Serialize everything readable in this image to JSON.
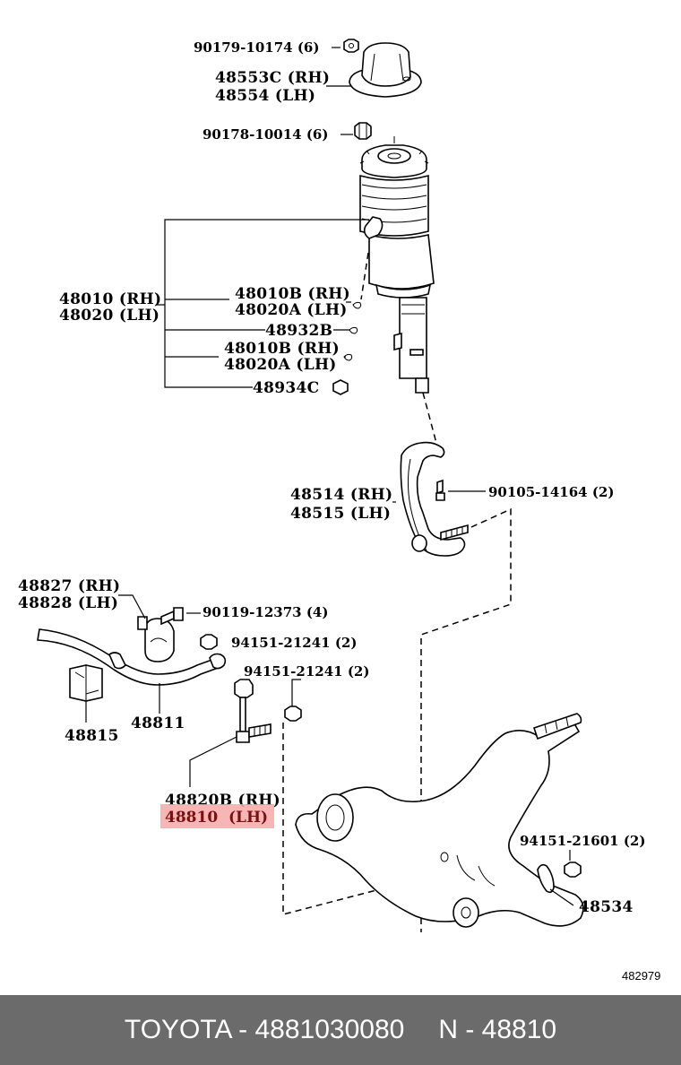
{
  "labels": {
    "nut_90179": "90179-10174 (6)",
    "support_rh": "48553C (RH)",
    "support_lh": "48554 (LH)",
    "nut_90178": "90178-10014 (6)",
    "strut_rh": "48010 (RH)",
    "strut_lh": "48020 (LH)",
    "sub_a_rh": "48010B (RH)",
    "sub_a_lh": "48020A (LH)",
    "part_48932b": "48932B",
    "sub_b_rh": "48010B (RH)",
    "sub_b_lh": "48020A (LH)",
    "part_48934c": "48934C",
    "fork_rh": "48514 (RH)",
    "fork_lh": "48515 (LH)",
    "bolt_90105": "90105-14164 (2)",
    "bushing_rh": "48827 (RH)",
    "bushing_lh": "48828 (LH)",
    "bolt_90119": "90119-12373 (4)",
    "nut_94151_a": "94151-21241 (2)",
    "nut_94151_b": "94151-21241 (2)",
    "part_48815": "48815",
    "part_48811": "48811",
    "link_rh": "48820B (RH)",
    "link_lh": "48810  (LH)",
    "nut_94151_c": "94151-21601 (2)",
    "part_48534": "48534",
    "diagram_ref": "482979"
  },
  "highlight_color": "#f5a9a9",
  "footer": {
    "brand": "TOYOTA - 4881030080",
    "part": "N - 48810"
  }
}
